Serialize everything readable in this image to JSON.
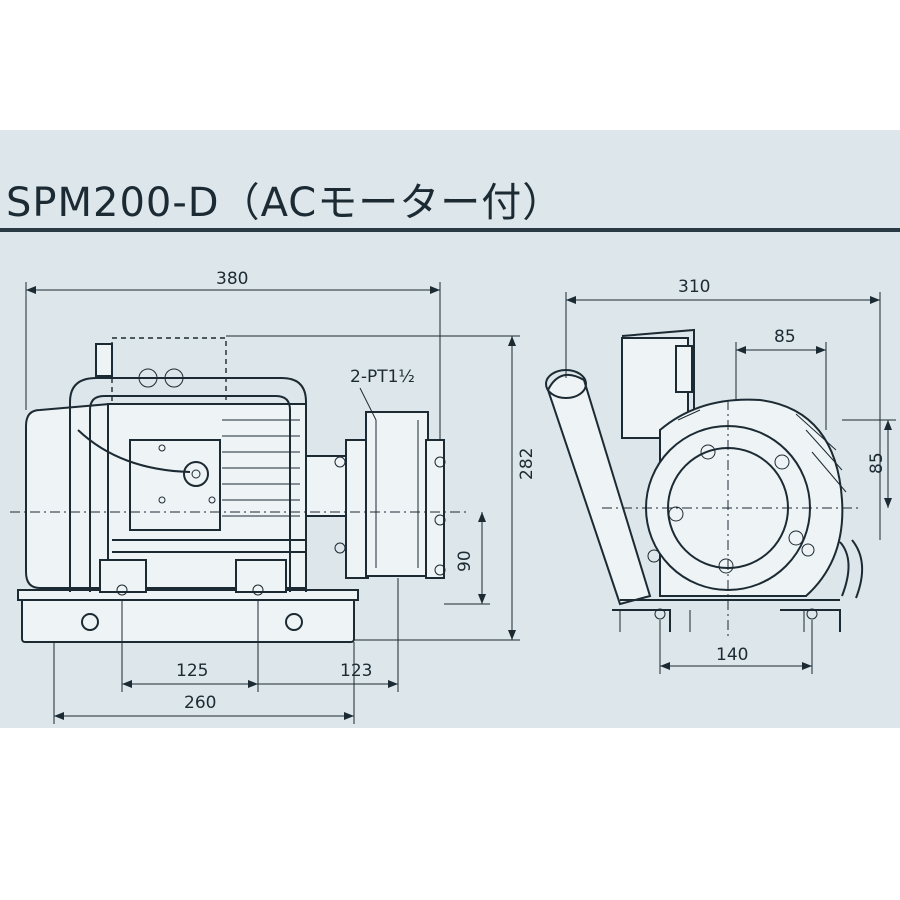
{
  "title": "SPM200-D（ACモーター付）",
  "dimensions": {
    "overall_length": "380",
    "overall_height": "282",
    "port_label": "2-PT1½",
    "outlet_height": "90",
    "base_hole_span": "125",
    "outlet_offset": "123",
    "base_length": "260",
    "side_width": "310",
    "motor_offset_h": "85",
    "motor_offset_v": "85",
    "side_hole_span": "140"
  }
}
